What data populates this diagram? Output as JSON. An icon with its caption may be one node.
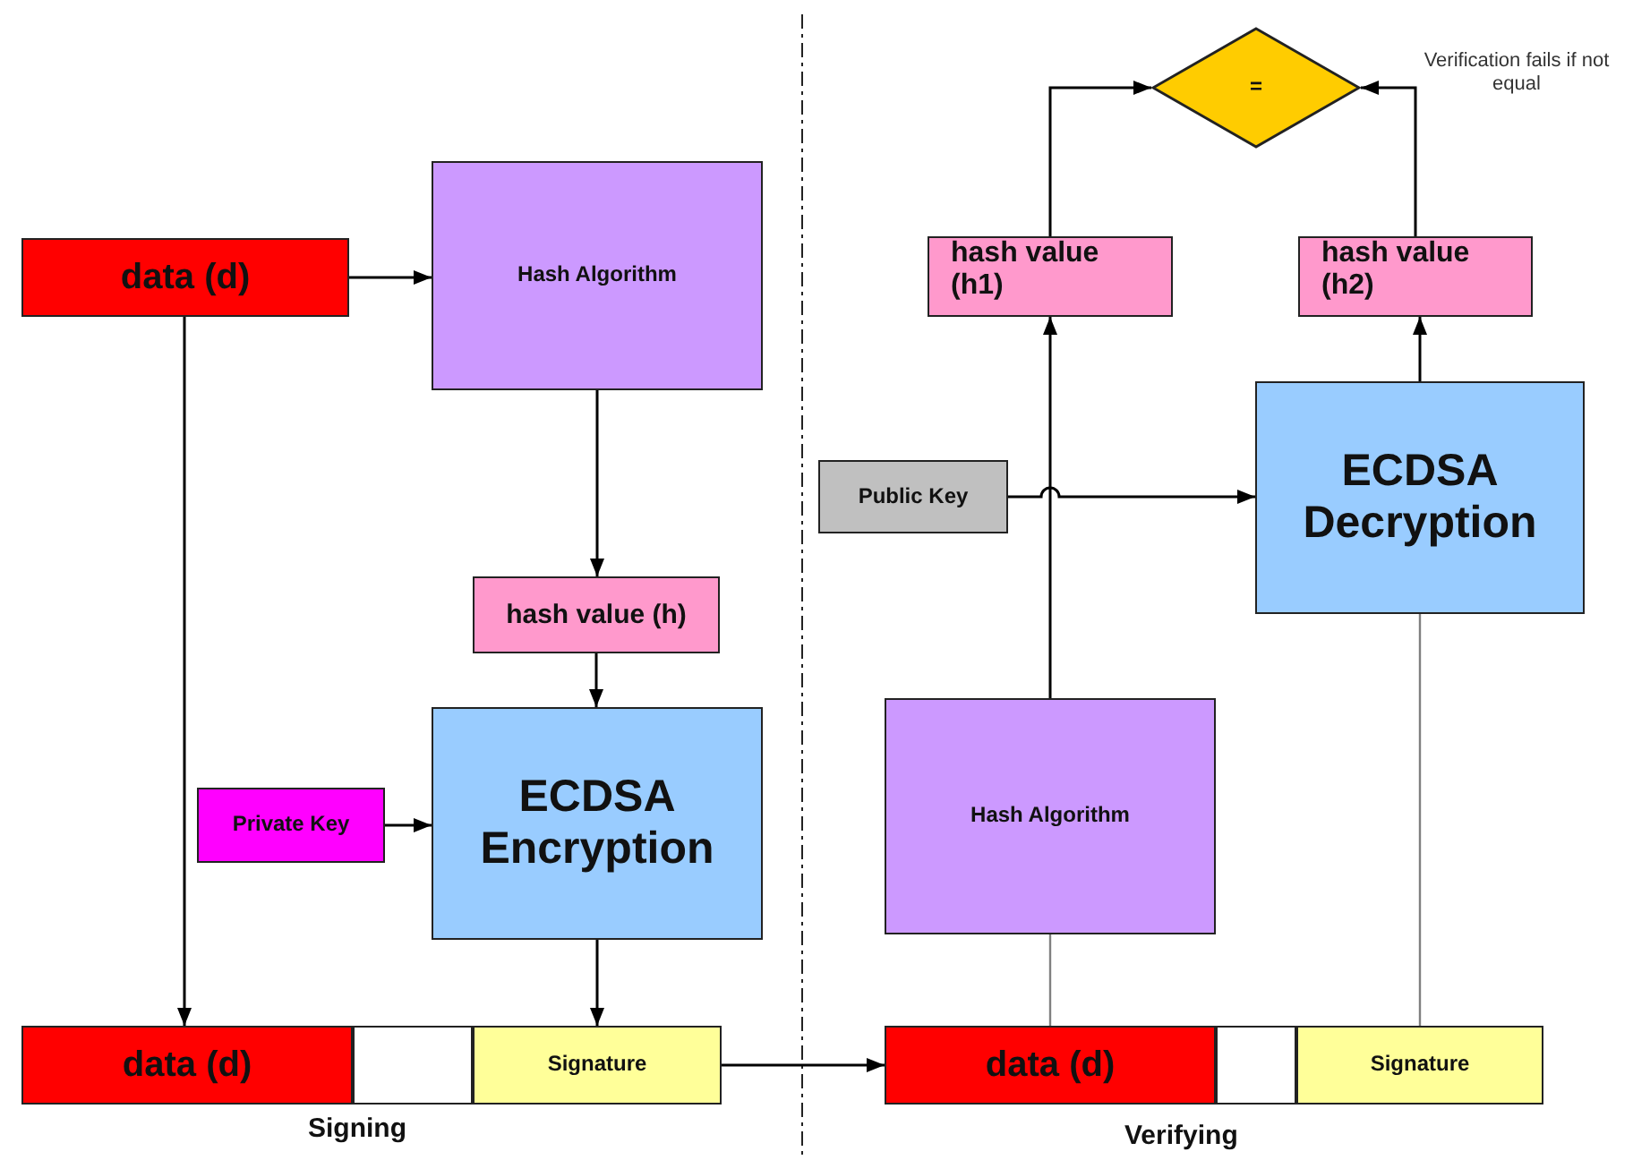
{
  "diagram": {
    "nodes": [
      {
        "text": [
          "data (d)"
        ]
      },
      {
        "text": [
          "Hash Algorithm"
        ]
      },
      {
        "text": [
          "hash value (h)"
        ]
      },
      {
        "text": [
          "Private Key"
        ]
      },
      {
        "text": [
          "ECDSA Encryption"
        ]
      },
      {
        "text": [
          "data (d)"
        ]
      },
      {
        "text": [],
        "shape": "box"
      },
      {
        "text": [
          "Signature"
        ]
      },
      {
        "text": [
          "data (d)"
        ]
      },
      {
        "text": [],
        "shape": "box"
      },
      {
        "text": [
          "Signature"
        ]
      },
      {
        "text": [
          "Hash Algorithm"
        ]
      },
      {
        "text": [
          "Public Key"
        ]
      },
      {
        "text": [
          "ECDSA Decryption"
        ]
      },
      {
        "text": [
          "hash value (h1)"
        ]
      },
      {
        "text": [
          "hash value (h2)"
        ]
      },
      {
        "text": [
          "="
        ],
        "beside": [
          "Verification fails if not equal"
        ]
      }
    ],
    "edges": [
      {
        "from": 0,
        "to": 1,
        "arrow": "to"
      },
      {
        "from": 1,
        "to": 2,
        "arrow": "to"
      },
      {
        "from": 2,
        "to": 4,
        "arrow": "to"
      },
      {
        "from": 3,
        "to": 4,
        "arrow": "to"
      },
      {
        "from": 4,
        "to": 7,
        "arrow": "to"
      },
      {
        "from": 0,
        "to": 5,
        "arrow": "to"
      },
      {
        "from": 7,
        "to": 8,
        "arrow": "to"
      },
      {
        "from": 8,
        "to": 11,
        "arrow": "none",
        "color": "#808080"
      },
      {
        "from": 11,
        "to": 14,
        "arrow": "to"
      },
      {
        "from": 12,
        "to": 13,
        "arrow": "to"
      },
      {
        "from": 10,
        "to": 13,
        "arrow": "none",
        "color": "#808080"
      },
      {
        "from": 13,
        "to": 15,
        "arrow": "to"
      },
      {
        "from": 14,
        "to": 16,
        "arrow": "to"
      },
      {
        "from": 15,
        "to": 16,
        "arrow": "to"
      }
    ],
    "labels": [
      "Signing",
      "Verifying"
    ]
  }
}
